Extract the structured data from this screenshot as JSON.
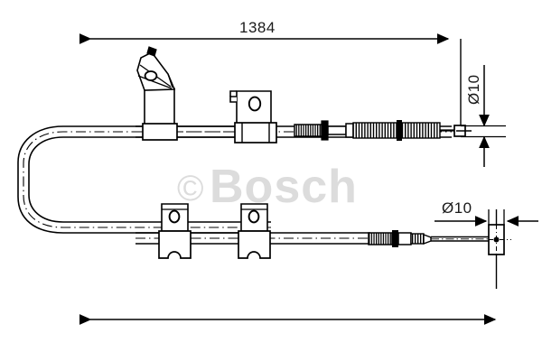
{
  "drawing": {
    "type": "technical-line-drawing",
    "subject": "parking brake cable assembly",
    "background_color": "#ffffff",
    "line_color": "#000000"
  },
  "watermark": {
    "copyright_symbol": "©",
    "brand": "Bosch",
    "color": "#dcdcdc"
  },
  "dimensions": {
    "overall_length": {
      "label": "1384",
      "type": "linear-horizontal",
      "position": "top"
    },
    "upper_end_diameter": {
      "label": "Ø10",
      "type": "diameter-vertical",
      "position": "right-upper",
      "orientation": "rotated"
    },
    "lower_end_diameter": {
      "label": "Ø10",
      "type": "diameter-horizontal",
      "position": "right-lower",
      "orientation": "horizontal"
    },
    "lower_length": {
      "label": "",
      "type": "linear-horizontal",
      "position": "bottom"
    }
  },
  "components": {
    "upper_cable": {
      "name": "upper cable run",
      "features": [
        "angled-mounting-bracket",
        "rectangular-bracket",
        "adjuster-nut",
        "coil-spring",
        "threaded-rod",
        "end-fitting"
      ]
    },
    "lower_cable": {
      "name": "lower cable run",
      "features": [
        "bracket-one",
        "bracket-two",
        "ferrule",
        "end-fitting",
        "terminal-block"
      ]
    },
    "bend": {
      "name": "u-bend",
      "position": "left"
    }
  },
  "colors": {
    "line": "#000000",
    "watermark": "#dcdcdc",
    "fill": "#ffffff",
    "text": "#1a1a1a"
  }
}
